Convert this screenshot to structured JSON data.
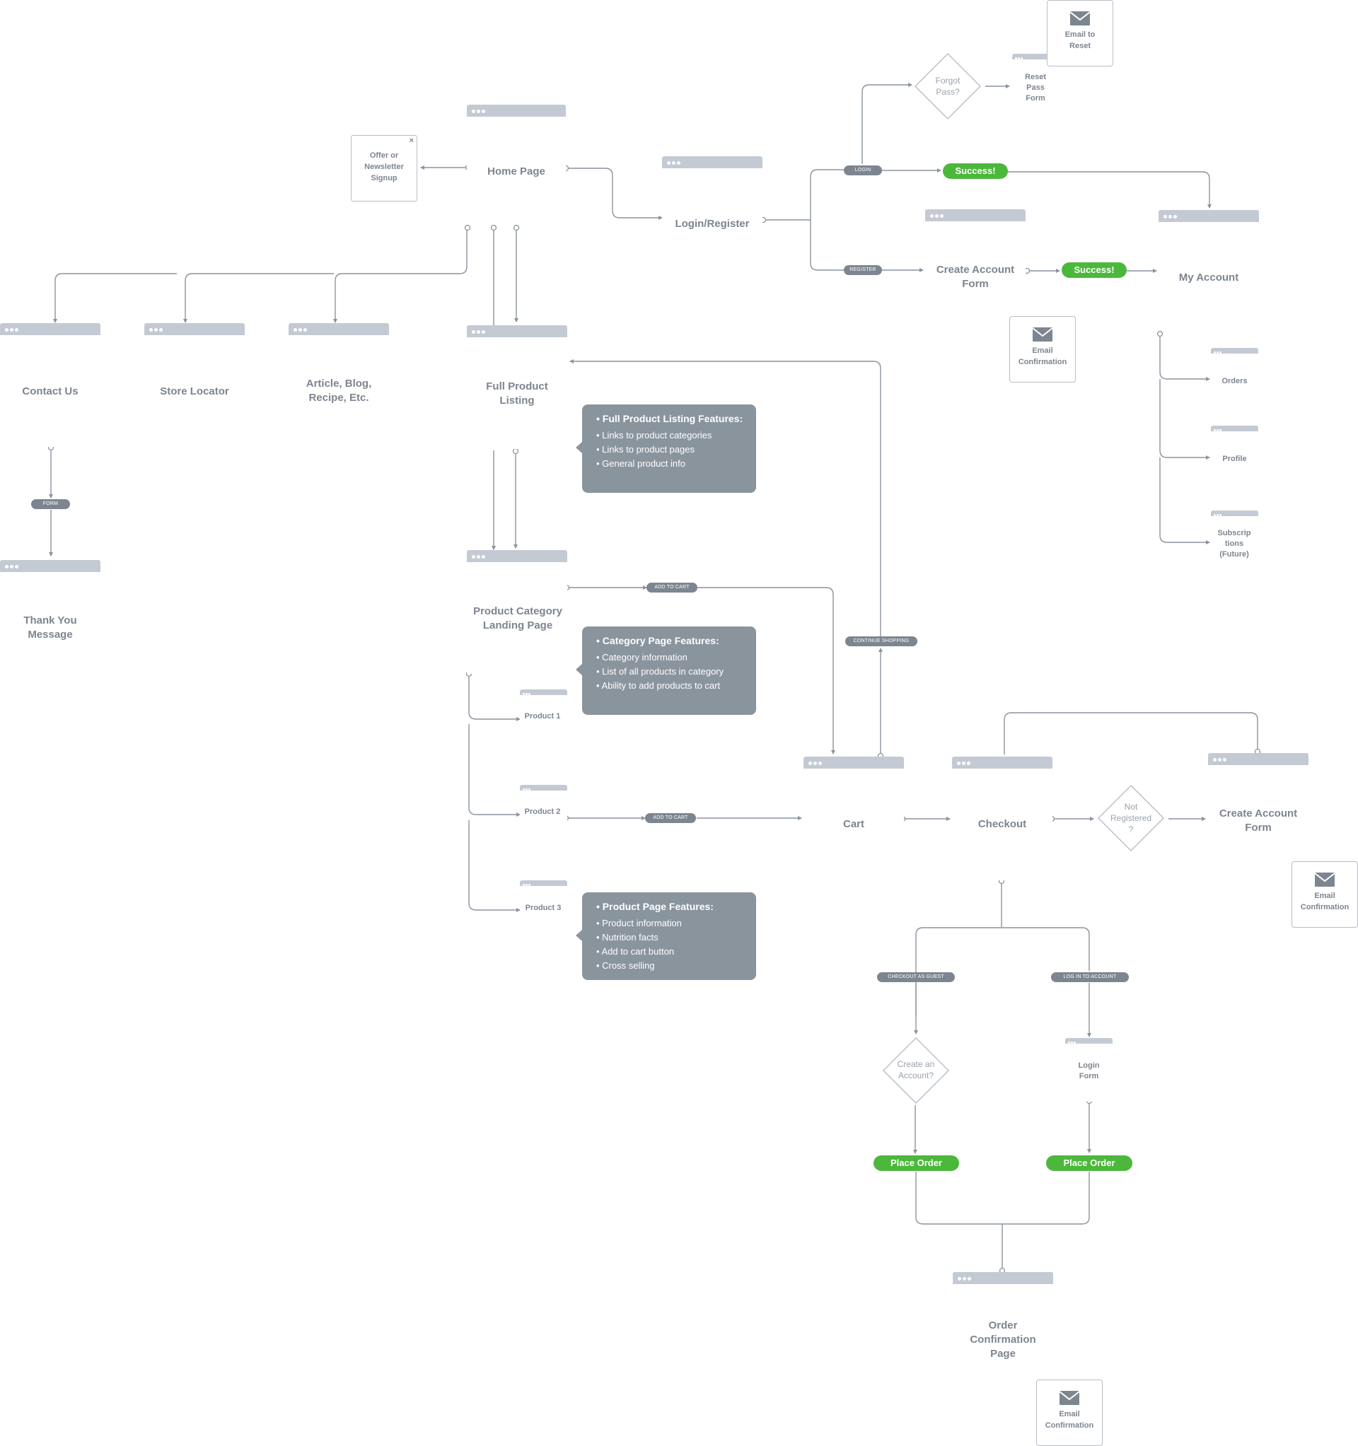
{
  "pages": {
    "home": "Home Page",
    "login_register": "Login/Register",
    "create_account_form_top": "Create Account Form",
    "my_account": "My Account",
    "contact_us": "Contact Us",
    "store_locator": "Store Locator",
    "article_blog": "Article, Blog, Recipe, Etc.",
    "full_product_listing": "Full Product Listing",
    "thank_you": "Thank You Message",
    "product_category": "Product Category Landing Page",
    "product_1": "Product 1",
    "product_2": "Product 2",
    "product_3": "Product 3",
    "cart": "Cart",
    "checkout": "Checkout",
    "create_account_form_right": "Create Account Form",
    "order_confirmation": "Order Confirmation Page",
    "orders": "Orders",
    "profile": "Profile",
    "subscriptions": "Subscrip tions (Future)",
    "reset_pass_form": "Reset Pass Form",
    "login_form": "Login Form"
  },
  "popup": {
    "text": "Offer or Newsletter Signup",
    "close": "×"
  },
  "decisions": {
    "forgot_pass": "Forgot Pass?",
    "not_registered": "Not Registered ?",
    "create_an_account": "Create an Account?"
  },
  "pills": {
    "login": "LOGIN",
    "register": "REGISTER",
    "form": "FORM",
    "add_to_cart_1": "ADD TO CART",
    "add_to_cart_2": "ADD TO CART",
    "continue_shopping": "CONTINUE SHOPPING",
    "checkout_as_guest": "CHECKOUT AS GUEST",
    "log_in_to_account": "LOG IN TO ACCOUNT"
  },
  "success": {
    "login_success": "Success!",
    "register_success": "Success!",
    "place_order_guest": "Place Order",
    "place_order_account": "Place Order"
  },
  "emails": {
    "email_to_reset": "Email to Reset",
    "email_confirmation_register": "Email Confirmation",
    "email_confirmation_right": "Email Confirmation",
    "email_confirmation_order": "Email Confirmation"
  },
  "notes": {
    "full_listing": {
      "title": "• Full Product Listing Features:",
      "items": [
        "• Links to product categories",
        "• Links to product pages",
        "• General product info"
      ]
    },
    "category": {
      "title": "• Category Page Features:",
      "items": [
        "• Category information",
        "• List of all products in category",
        "• Ability to add products to cart"
      ]
    },
    "product": {
      "title": "• Product Page Features:",
      "items": [
        "• Product information",
        "• Nutrition facts",
        "• Add to cart button",
        "• Cross selling"
      ]
    }
  },
  "colors": {
    "line": "#8a949d",
    "bar": "#c3cad3",
    "success": "#4cb83b",
    "note": "#8a949d",
    "text": "#7d8590"
  }
}
